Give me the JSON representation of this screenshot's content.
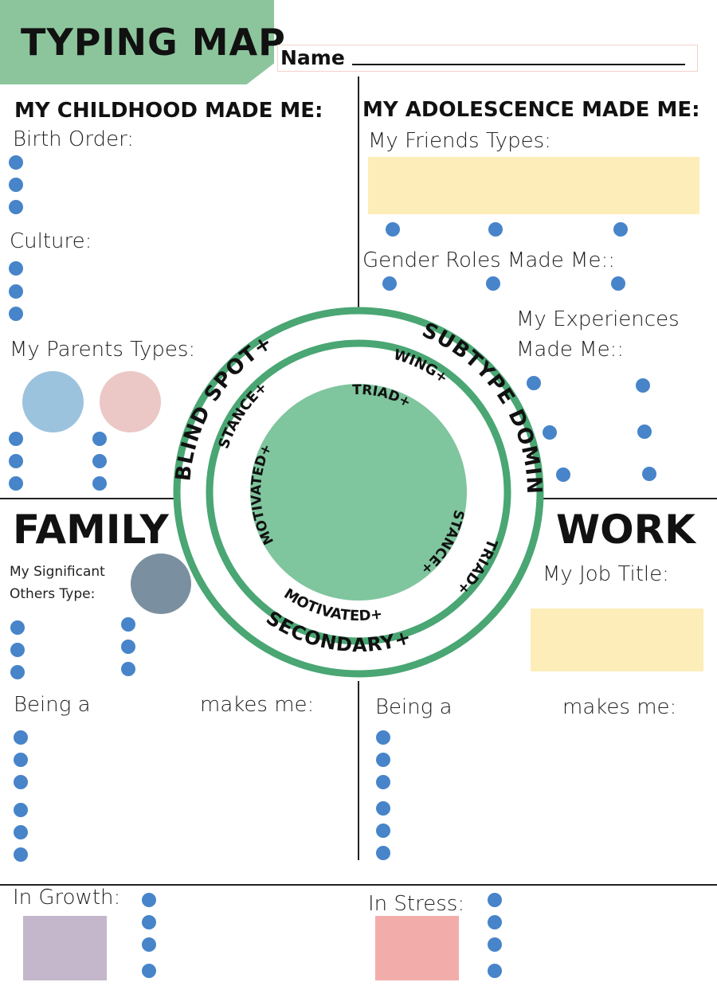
{
  "header": {
    "title": "TYPING MAP",
    "name_label": "Name"
  },
  "childhood": {
    "heading": "MY CHILDHOOD MADE ME:",
    "birth_order": "Birth Order:",
    "culture": "Culture:",
    "parents": "My Parents Types:"
  },
  "adolescence": {
    "heading": "MY ADOLESCENCE MADE ME:",
    "friends": "My Friends Types:",
    "gender": "Gender Roles Made Me::",
    "experiences_line1": "My Experiences",
    "experiences_line2": "Made Me::"
  },
  "family": {
    "heading": "FAMILY",
    "significant_line1": "My Significant",
    "significant_line2": "Others Type:",
    "being_a": "Being a",
    "makes_me": "makes me:"
  },
  "work": {
    "heading": "WORK",
    "job_title": "My Job Title:",
    "being_a": "Being a",
    "makes_me": "makes me:"
  },
  "footer": {
    "growth": "In Growth:",
    "stress": "In Stress:"
  },
  "rings": {
    "outer_left": "BLIND SPOT+",
    "outer_right": "SUBTYPE DOMINANT+",
    "outer_bottom": "SECONDARY+",
    "middle_top": "WING+",
    "middle_left": "STANCE+",
    "middle_right": "TRIAD+",
    "middle_bottom": "MOTIVATED+",
    "inner_top": "TRIAD+",
    "inner_left": "MOTIVATED+",
    "inner_right": "STANCE+"
  },
  "colors": {
    "title_green": "#8cc59c",
    "ring_green": "#4aa673",
    "center_green": "#7fc59e",
    "dot_blue": "#4784c9",
    "yellow_box": "#fdedb9",
    "parent_blue": "#9cc3dd",
    "parent_pink": "#ebc8c5",
    "significant_slate": "#7a90a0",
    "growth_purple": "#c4b6cb",
    "stress_pink": "#f2adab"
  }
}
